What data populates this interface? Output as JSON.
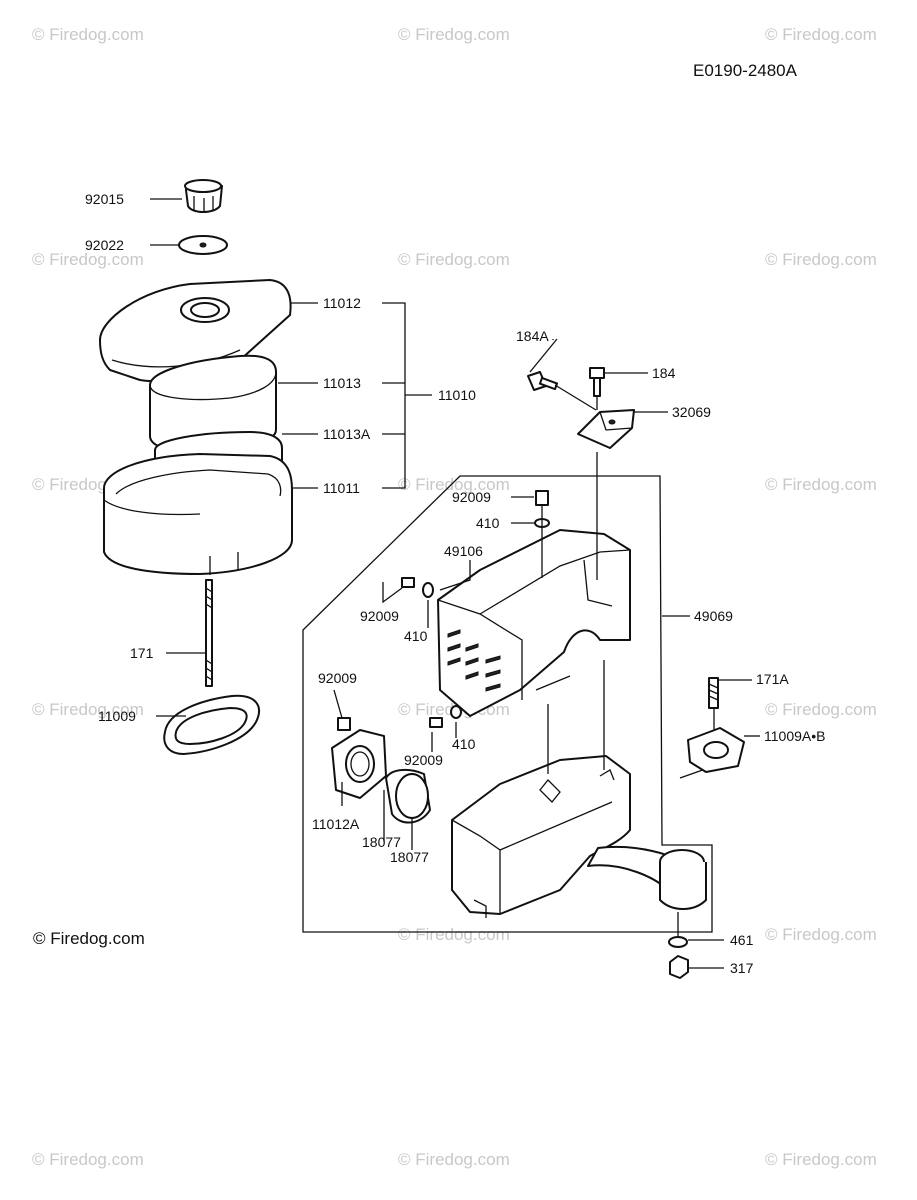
{
  "diagram_ref": "E0190-2480A",
  "copyright": "© Firedog.com",
  "watermark": "© Firedog.com",
  "labels": {
    "p92015": "92015",
    "p92022": "92022",
    "p11012": "11012",
    "p11013": "11013",
    "p11013A": "11013A",
    "p11011": "11011",
    "p11010": "11010",
    "p171": "171",
    "p11009": "11009",
    "p184A": "184A",
    "p184": "184",
    "p32069": "32069",
    "p92009_top": "92009",
    "p410_top": "410",
    "p49106": "49106",
    "p92009_mid": "92009",
    "p410_mid": "410",
    "p49069": "49069",
    "p92009_left": "92009",
    "p410_low": "410",
    "p92009_low": "92009",
    "p11012A": "11012A",
    "p18077_a": "18077",
    "p18077_b": "18077",
    "p171A": "171A",
    "p11009AB": "11009A•B",
    "p461": "461",
    "p317": "317"
  }
}
